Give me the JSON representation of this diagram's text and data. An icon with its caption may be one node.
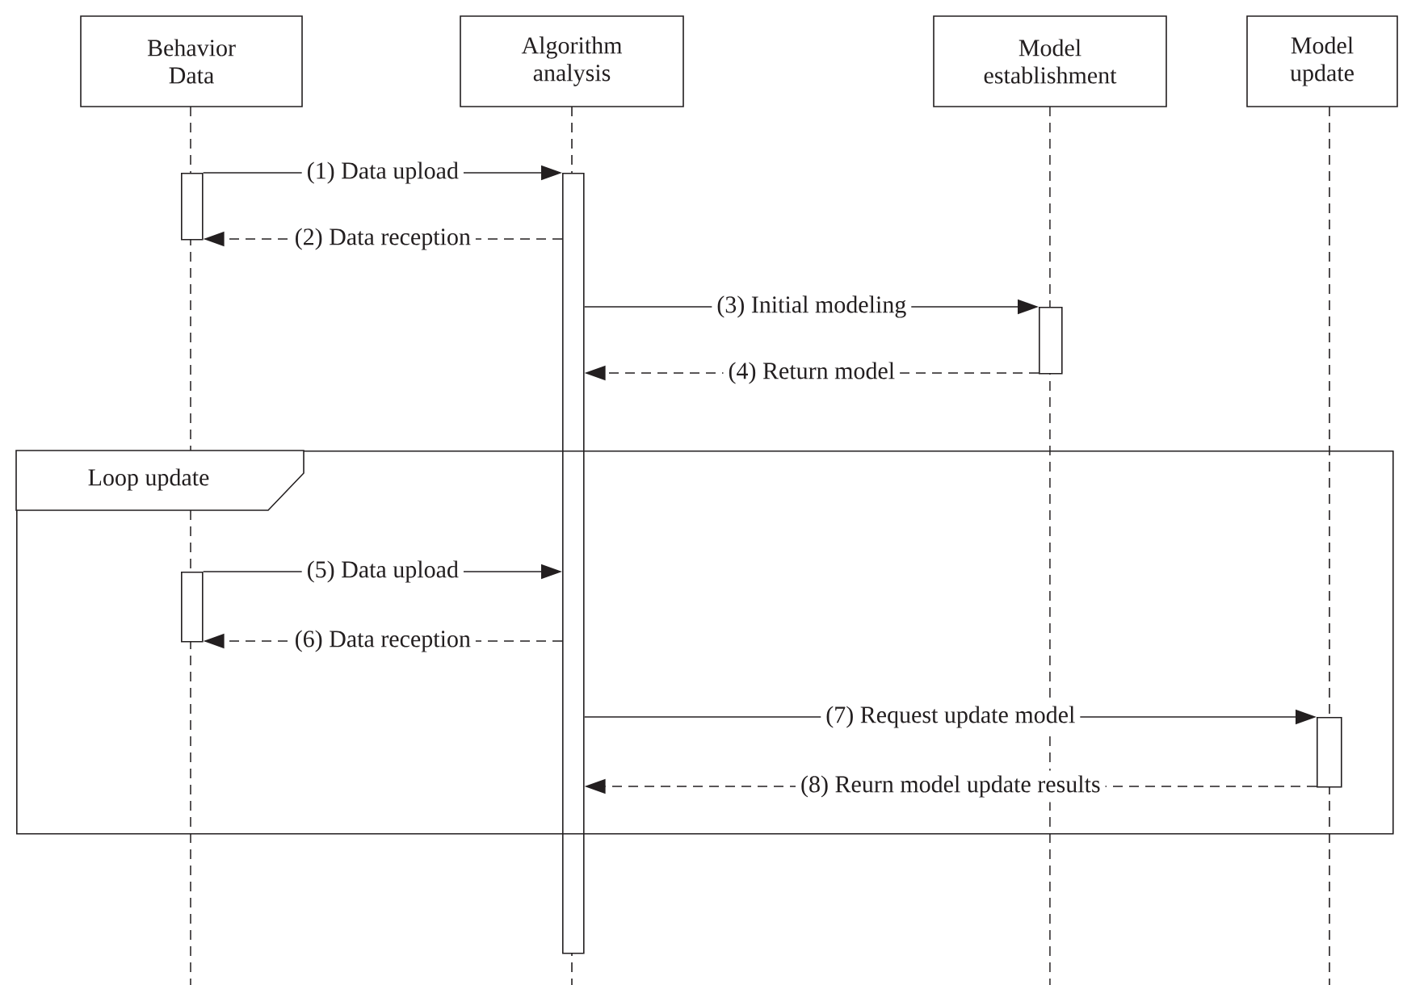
{
  "diagram": {
    "nodes": [
      {
        "text": [
          "Behavior Data"
        ]
      },
      {
        "text": [
          "Algorithm analysis"
        ]
      },
      {
        "text": [
          "Model establishment"
        ]
      },
      {
        "text": [
          "Model update"
        ]
      },
      {
        "text": [],
        "shape": "bar"
      },
      {
        "text": [],
        "shape": "bar"
      },
      {
        "text": [],
        "shape": "bar"
      },
      {
        "text": [
          "Loop update"
        ]
      },
      {
        "text": [],
        "shape": "bar",
        "in": 7
      },
      {
        "text": [],
        "shape": "bar",
        "in": 7
      }
    ],
    "edges": [
      {
        "from": 4,
        "to": 5,
        "arrow": "to",
        "label": "(1) Data upload"
      },
      {
        "from": 5,
        "to": 4,
        "arrow": "to",
        "label": "(2) Data reception",
        "style": "dashed"
      },
      {
        "from": 5,
        "to": 6,
        "arrow": "to",
        "label": "(3) Initial modeling"
      },
      {
        "from": 6,
        "to": 5,
        "arrow": "to",
        "label": "(4) Return model",
        "style": "dashed"
      },
      {
        "from": 8,
        "to": 5,
        "arrow": "to",
        "label": "(5) Data upload"
      },
      {
        "from": 5,
        "to": 8,
        "arrow": "to",
        "label": "(6) Data reception",
        "style": "dashed"
      },
      {
        "from": 5,
        "to": 9,
        "arrow": "to",
        "label": "(7) Request update model"
      },
      {
        "from": 9,
        "to": 5,
        "arrow": "to",
        "label": "(8) Reurn model update results",
        "style": "dashed"
      }
    ]
  }
}
